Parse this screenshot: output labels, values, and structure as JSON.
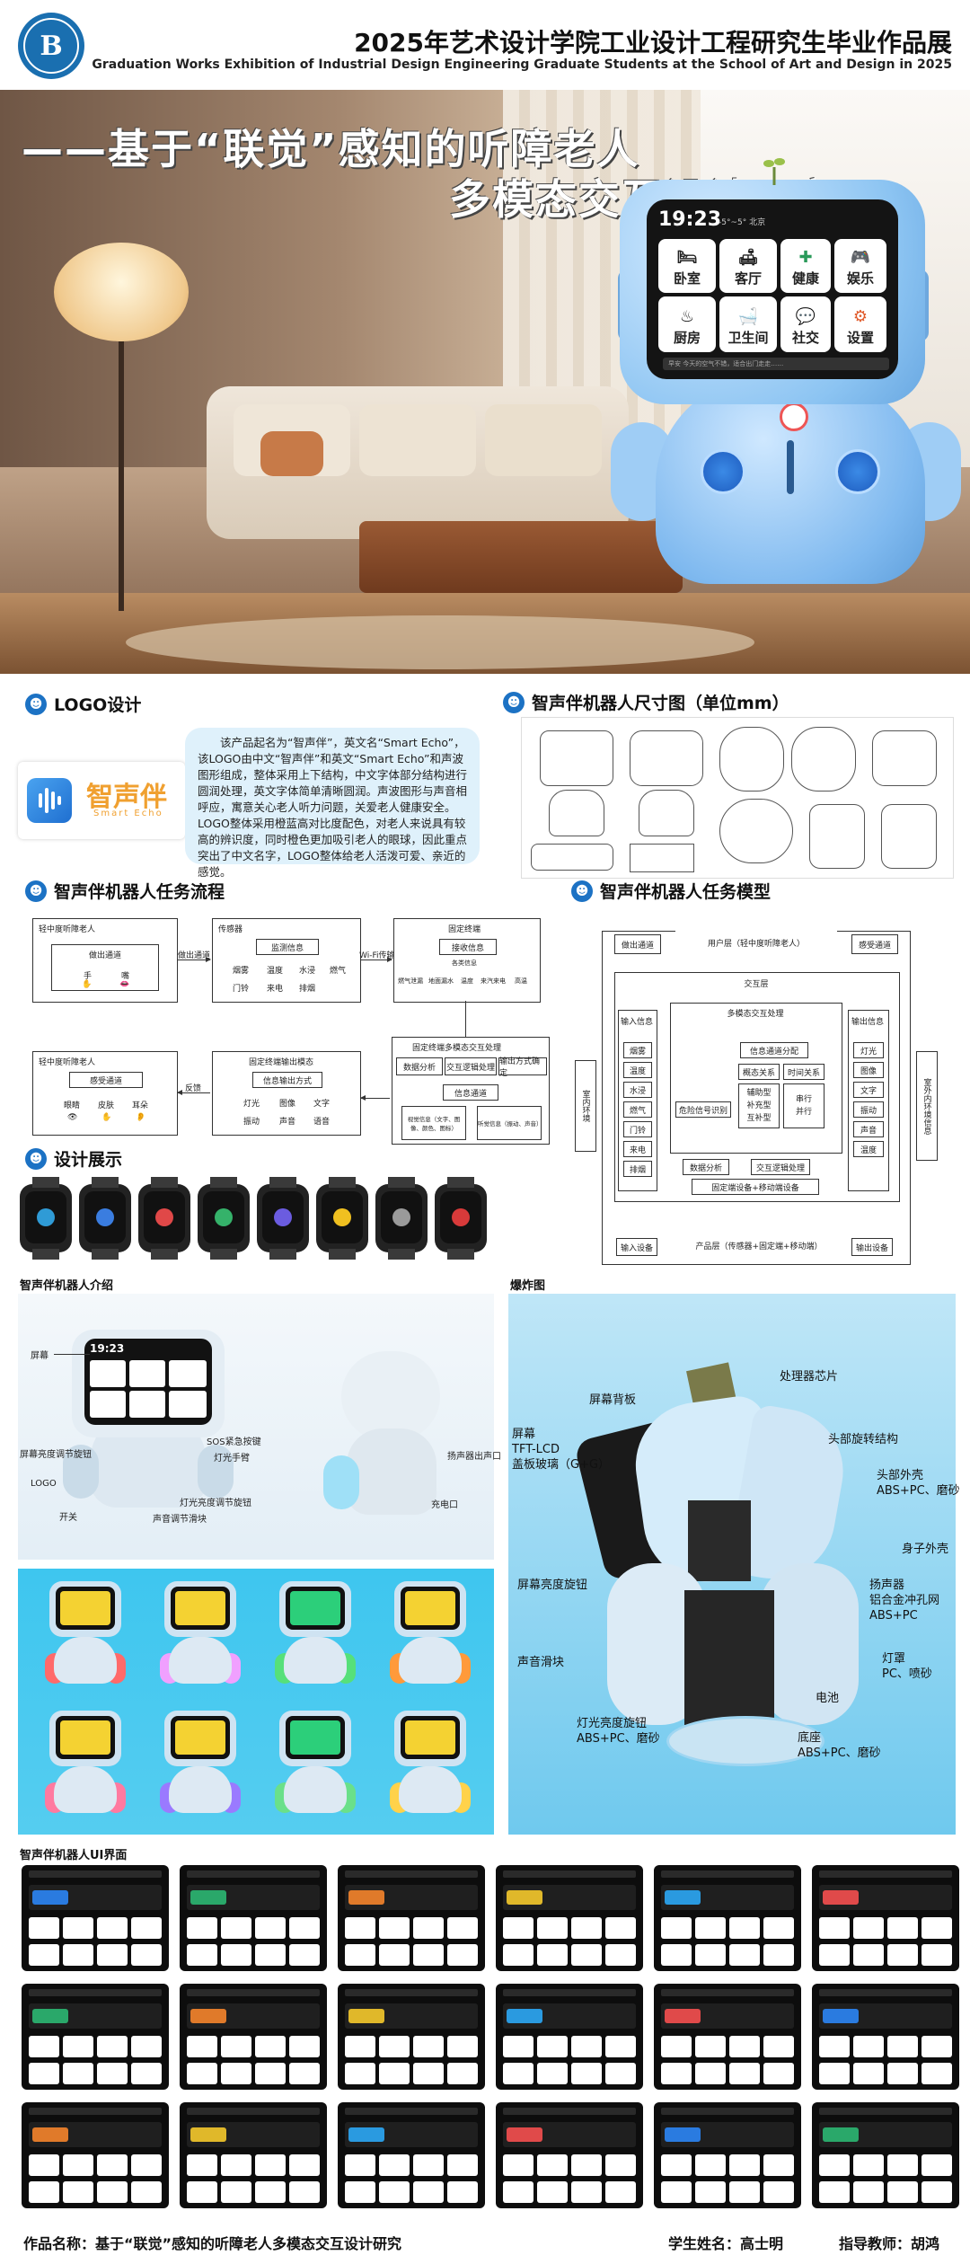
{
  "header": {
    "title": "2025年艺术设计学院工业设计工程研究生毕业作品展",
    "subtitle": "Graduation Works Exhibition of Industrial Design Engineering Graduate Students at the School of Art and Design in 2025",
    "seal_letter": "B"
  },
  "hero": {
    "title_line1": "——基于“联觉”感知的听障老人",
    "title_line2": "多模态交互设计研究",
    "screen_time": "19:23",
    "screen_weather": "-5°~5°   北京",
    "tiles": [
      "卧室",
      "客厅",
      "健康",
      "娱乐",
      "厨房",
      "卫生间",
      "社交",
      "设置"
    ],
    "screen_footer": "早安 今天的空气不错，适合出门走走……"
  },
  "sections": {
    "logo": "LOGO设计",
    "dimension": "智声伴机器人尺寸图（单位mm）",
    "task_flow": "智声伴机器人任务流程",
    "task_model": "智声伴机器人任务模型",
    "showcase": "设计展示",
    "intro": "智声伴机器人介绍",
    "explode": "爆炸图",
    "ui": "智声伴机器人UI界面"
  },
  "logo": {
    "name_cn": "智声伴",
    "name_en": "Smart Echo",
    "description": "该产品起名为“智声伴”，英文名“Smart Echo”，该LOGO由中文“智声伴”和英文“Smart Echo”和声波图形组成，整体采用上下结构，中文字体部分结构进行圆润处理，英文字体简单清晰圆润。声波图形与声音相呼应，寓意关心老人听力问题，关爱老人健康安全。LOGO整体采用橙蓝高对比度配色，对老人来说具有较高的辨识度，同时橙色更加吸引老人的眼球，因此重点突出了中文名字，LOGO整体给老人活泼可爱、亲近的感觉。"
  },
  "task_flow": {
    "user1": "轻中度听障老人",
    "user1_inner": "做出通道",
    "user1_items": [
      "手",
      "嘴",
      "✋",
      "👄"
    ],
    "sensor": "传感器",
    "sensor_inner": "监测信息",
    "sensor_items": [
      "烟雾",
      "温度",
      "水浸",
      "燃气",
      "门铃",
      "来电",
      "排烟"
    ],
    "arrow1": "做出通道",
    "arrow2": "Wi-Fi传输",
    "terminal": "固定终端",
    "terminal_inner": "接收信息",
    "terminal_sub": "各类信息",
    "terminal_items": [
      "燃气泄漏",
      "地面漏水",
      "温度",
      "来汽来电",
      "高温"
    ],
    "process": "固定终端多模态交互处理",
    "process_items": [
      "数据分析",
      "交互逻辑处理",
      "输出方式确定"
    ],
    "process_info": "信息通道",
    "process_sub1": "视觉信息（文字、图像、颜色、图标）",
    "process_sub2": "听觉信息（振动、声音）",
    "output": "固定终端输出模态",
    "output_inner": "信息输出方式",
    "output_items": [
      "灯光",
      "图像",
      "文字",
      "振动",
      "声音",
      "语音"
    ],
    "arrow3": "反馈",
    "user2": "轻中度听障老人",
    "user2_inner": "感受通道",
    "user2_items": [
      "眼睛",
      "皮肤",
      "耳朵"
    ]
  },
  "task_model": {
    "top_left": "做出通道",
    "top_center": "用户层（轻中度听障老人）",
    "top_right": "感受通道",
    "left_side": "室内环境",
    "right_side": "室外内环境信息",
    "interaction": "交互层",
    "input_info": "输入信息",
    "input_items": [
      "烟雾",
      "温度",
      "水浸",
      "燃气",
      "门铃",
      "来电",
      "排烟"
    ],
    "multimodal": "多模态交互处理",
    "info_channel": "信息通道分配",
    "relations": [
      "概态关系",
      "时间关系"
    ],
    "types": [
      "辅助型",
      "补充型",
      "互补型"
    ],
    "modes": [
      "串行",
      "并行"
    ],
    "danger": "危险信号识别",
    "data": "数据分析",
    "logic": "交互逻辑处理",
    "output_info": "输出信息",
    "output_items": [
      "灯光",
      "图像",
      "文字",
      "振动",
      "声音",
      "温度"
    ],
    "fixed_device": "固定端设备+移动端设备",
    "product": "产品层（传感器+固定端+移动端）",
    "input_device": "输入设备",
    "output_device": "输出设备"
  },
  "showcase": {
    "watch_colors": [
      "#2f9bd6",
      "#3a7de0",
      "#e04848",
      "#35b26a",
      "#6b5ce0",
      "#f0c020",
      "#9a9a9a",
      "#d83a3a"
    ]
  },
  "intro": {
    "callouts": [
      "屏幕",
      "屏幕亮度调节旋钮",
      "LOGO",
      "开关",
      "SOS紧急按键",
      "灯光手臂",
      "灯光亮度调节旋钮",
      "声音调节滑块",
      "扬声器出声口",
      "充电口"
    ],
    "screen_time": "19:23"
  },
  "explode": {
    "labels": [
      "处理器芯片",
      "屏幕背板",
      "屏幕\nTFT-LCD\n盖板玻璃（G+G）",
      "头部旋转结构",
      "头部外壳\nABS+PC、磨砂",
      "身子外壳",
      "屏幕亮度旋钮",
      "扬声器\n铝合金冲孔网\nABS+PC",
      "声音滑块",
      "灯罩\nPC、喷砂",
      "电池",
      "灯光亮度旋钮\nABS+PC、磨砂",
      "底座\nABS+PC、磨砂"
    ]
  },
  "color_variants": {
    "glow_colors": [
      "#ff6a6a",
      "#f0a0ff",
      "#56e07a",
      "#ff9a3a",
      "#ff7aa0",
      "#9a7aff",
      "#6ae08a",
      "#ffd24a"
    ],
    "screen_colors": [
      "#f4d232",
      "#f4d232",
      "#2ccf7a",
      "#f4d232",
      "#f4d232",
      "#f4d232",
      "#2ccf7a",
      "#f4d232"
    ]
  },
  "footer": {
    "work_name": "作品名称：基于“联觉”感知的听障老人多模态交互设计研究",
    "student": "学生姓名：高士明",
    "advisor": "指导教师：胡鸿"
  }
}
